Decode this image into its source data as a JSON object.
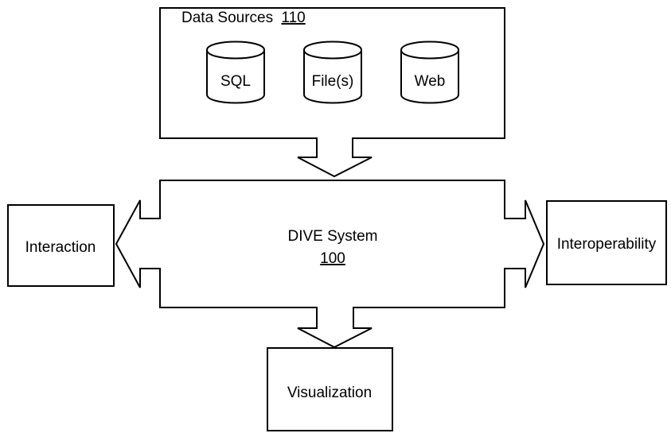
{
  "data_sources": {
    "title": "Data Sources",
    "ref": "110",
    "items": [
      "SQL",
      "File(s)",
      "Web"
    ]
  },
  "dive_system": {
    "title": "DIVE System",
    "ref": "100"
  },
  "outputs": {
    "interaction": "Interaction",
    "interoperability": "Interoperability",
    "visualization": "Visualization"
  }
}
